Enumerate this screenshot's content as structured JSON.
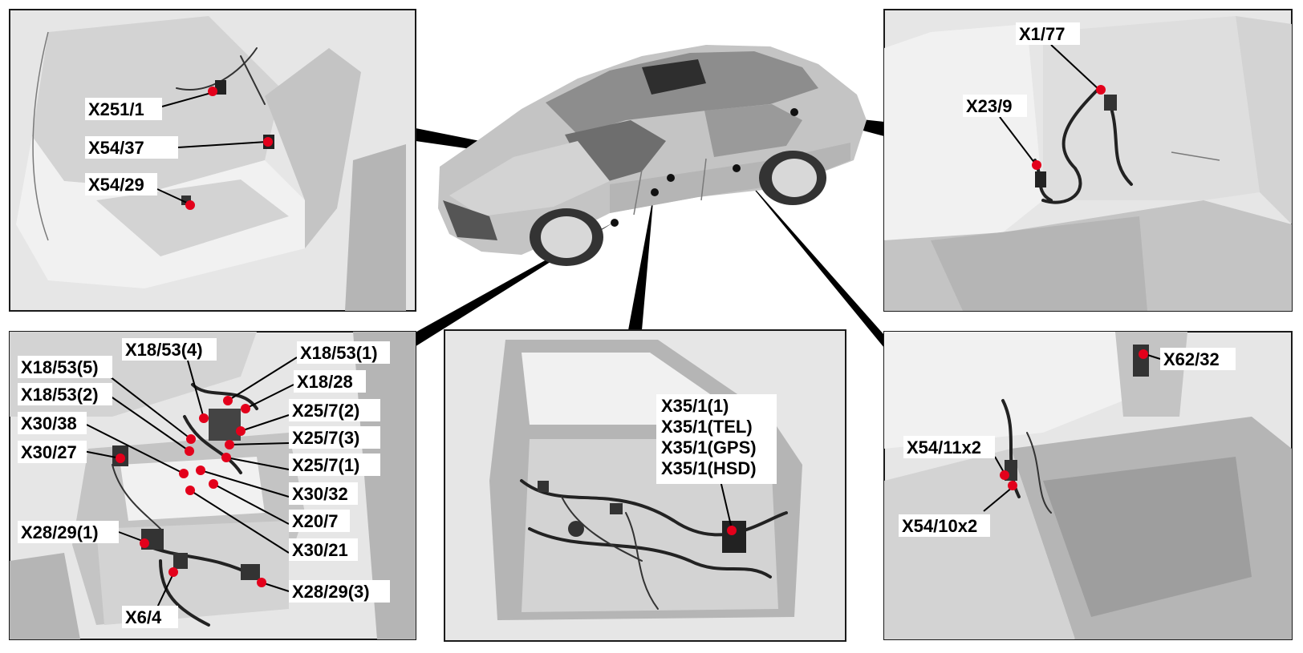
{
  "panels": {
    "front_seat": {
      "labels": [
        {
          "id": "X251_1",
          "text": "X251/1"
        },
        {
          "id": "X54_37",
          "text": "X54/37"
        },
        {
          "id": "X54_29",
          "text": "X54/29"
        }
      ]
    },
    "rear_seat_top": {
      "labels": [
        {
          "id": "X1_77",
          "text": "X1/77"
        },
        {
          "id": "X23_9",
          "text": "X23/9"
        }
      ]
    },
    "footwell": {
      "labels": [
        {
          "id": "X18_53_4",
          "text": "X18/53(4)"
        },
        {
          "id": "X18_53_1",
          "text": "X18/53(1)"
        },
        {
          "id": "X18_53_5",
          "text": "X18/53(5)"
        },
        {
          "id": "X18_28",
          "text": "X18/28"
        },
        {
          "id": "X18_53_2",
          "text": "X18/53(2)"
        },
        {
          "id": "X25_7_2",
          "text": "X25/7(2)"
        },
        {
          "id": "X30_38",
          "text": "X30/38"
        },
        {
          "id": "X25_7_3",
          "text": "X25/7(3)"
        },
        {
          "id": "X30_27",
          "text": "X30/27"
        },
        {
          "id": "X25_7_1",
          "text": "X25/7(1)"
        },
        {
          "id": "X30_32",
          "text": "X30/32"
        },
        {
          "id": "X20_7",
          "text": "X20/7"
        },
        {
          "id": "X28_29_1",
          "text": "X28/29(1)"
        },
        {
          "id": "X30_21",
          "text": "X30/21"
        },
        {
          "id": "X28_29_3",
          "text": "X28/29(3)"
        },
        {
          "id": "X6_4",
          "text": "X6/4"
        }
      ]
    },
    "door": {
      "labels": [
        {
          "id": "X35_1_1",
          "text": "X35/1(1)"
        },
        {
          "id": "X35_1_TEL",
          "text": "X35/1(TEL)"
        },
        {
          "id": "X35_1_GPS",
          "text": "X35/1(GPS)"
        },
        {
          "id": "X35_1_HSD",
          "text": "X35/1(HSD)"
        }
      ]
    },
    "rear_seat_bottom": {
      "labels": [
        {
          "id": "X62_32",
          "text": "X62/32"
        },
        {
          "id": "X54_11x2",
          "text": "X54/11x2"
        },
        {
          "id": "X54_10x2",
          "text": "X54/10x2"
        }
      ]
    }
  },
  "colors": {
    "connector": "#e3001b",
    "panel_background": "#e6e6e6",
    "leader_line": "#000000"
  }
}
